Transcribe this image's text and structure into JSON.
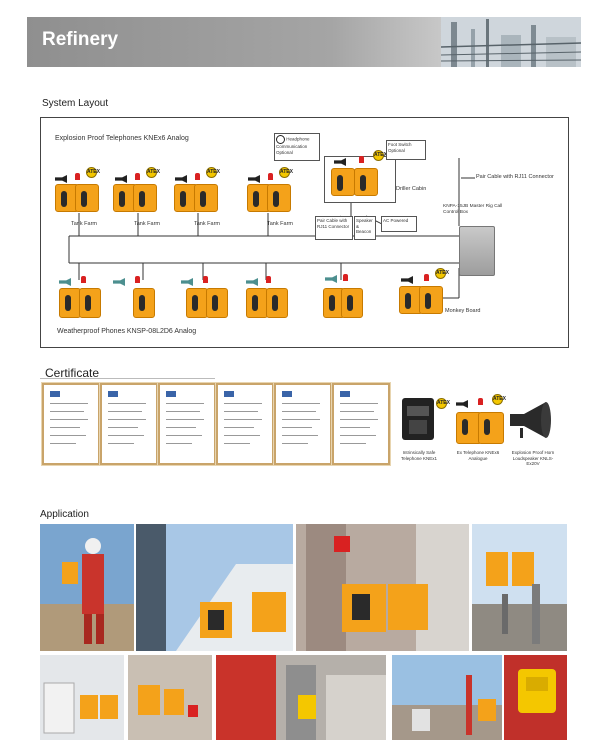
{
  "header": {
    "title": "Refinery"
  },
  "system_layout": {
    "heading": "System Layout",
    "group_top": "Explosion Proof Telephones KNEx6 Analog",
    "group_bottom": "Weatherproof Phones KNSP-08L2D6 Analog",
    "tank_farm": "Tank Farm",
    "driller_cabin": "Driller Cabin",
    "monkey_board": "Monkey Board",
    "pair_cable_legend": "Pair Cable with RJ11 Connector",
    "control_box": "KNPA-15JB Master Rig Call Control Box",
    "callout_headphone": "Headphone Communication Optional",
    "callout_foot": "Foot Switch Optional",
    "callout_pair": "Pair Cable with RJ11 Connector",
    "callout_speaker": "Speaker & Beacon",
    "callout_ac": "AC Powered",
    "atex": "ATEX"
  },
  "certificate": {
    "heading": "Certificate",
    "products": [
      {
        "label": "Intrinsically Safe Telephone KNEx1"
      },
      {
        "label": "Ex Telephone KNEx6 Analogue"
      },
      {
        "label": "Explosion Proof Horn Loudspeaker KNLS-Ex20V"
      }
    ]
  },
  "application": {
    "heading": "Application"
  },
  "colors": {
    "phone": "#f4a21a",
    "header_bg": "#8f8f8f",
    "frame": "#c9a46a"
  }
}
